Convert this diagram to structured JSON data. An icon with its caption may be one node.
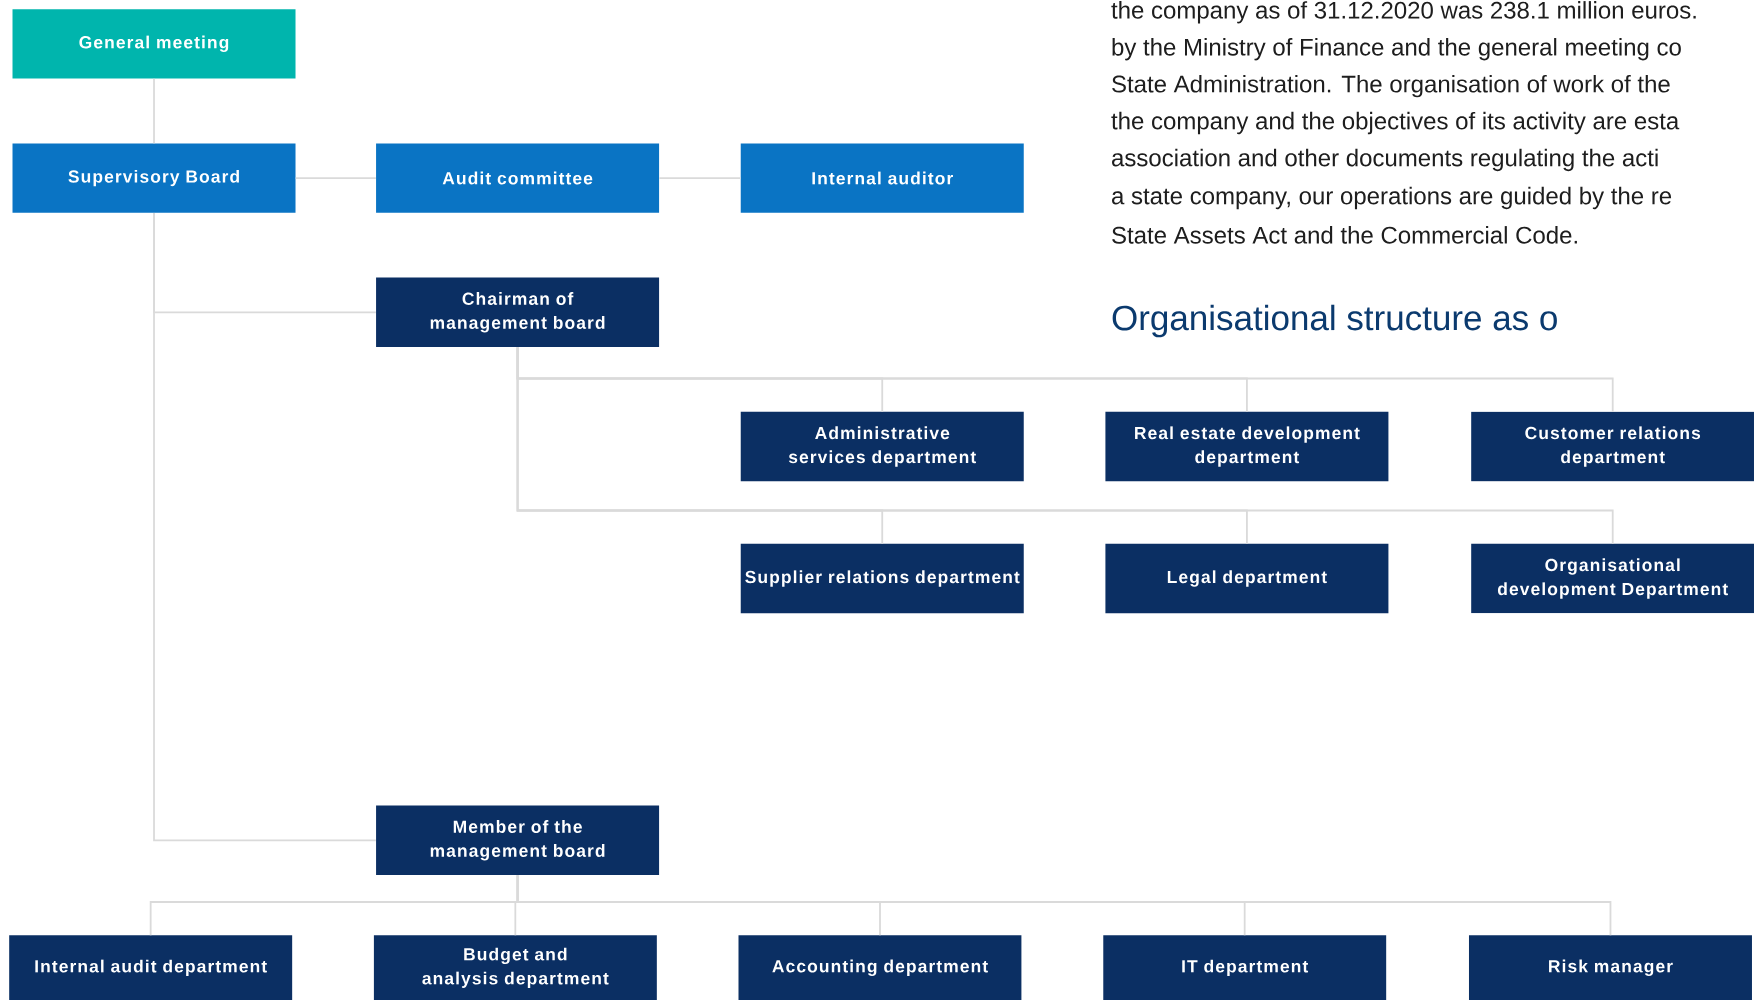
{
  "diagram": {
    "title": "Organisational structure as o",
    "nodes": [
      {
        "text": [
          "General meeting"
        ]
      },
      {
        "text": [
          "Supervisory Board"
        ]
      },
      {
        "text": [
          "Audit committee"
        ]
      },
      {
        "text": [
          "Internal auditor"
        ]
      },
      {
        "text": [
          "Chairman of management board"
        ]
      },
      {
        "text": [
          "Administrative services department"
        ]
      },
      {
        "text": [
          "Real estate development department"
        ]
      },
      {
        "text": [
          "Customer relations department"
        ]
      },
      {
        "text": [
          "Supplier relations department"
        ]
      },
      {
        "text": [
          "Legal department"
        ]
      },
      {
        "text": [
          "Organisational development Department"
        ]
      },
      {
        "text": [
          "Member of the management board"
        ]
      },
      {
        "text": [
          "Internal audit department"
        ]
      },
      {
        "text": [
          "Budget and analysis department"
        ]
      },
      {
        "text": [
          "Accounting department"
        ]
      },
      {
        "text": [
          "IT department"
        ]
      },
      {
        "text": [
          "Risk manager"
        ]
      }
    ],
    "edges": [
      {
        "from": 0,
        "to": 1,
        "arrow": "none"
      },
      {
        "from": 1,
        "to": 2,
        "arrow": "none"
      },
      {
        "from": 2,
        "to": 3,
        "arrow": "none"
      },
      {
        "from": 1,
        "to": 4,
        "arrow": "none"
      },
      {
        "from": 1,
        "to": 11,
        "arrow": "none"
      },
      {
        "from": 4,
        "to": 5,
        "arrow": "none"
      },
      {
        "from": 4,
        "to": 6,
        "arrow": "none"
      },
      {
        "from": 4,
        "to": 7,
        "arrow": "none"
      },
      {
        "from": 4,
        "to": 8,
        "arrow": "none"
      },
      {
        "from": 4,
        "to": 9,
        "arrow": "none"
      },
      {
        "from": 4,
        "to": 10,
        "arrow": "none"
      },
      {
        "from": 11,
        "to": 12,
        "arrow": "none"
      },
      {
        "from": 11,
        "to": 13,
        "arrow": "none"
      },
      {
        "from": 11,
        "to": 14,
        "arrow": "none"
      },
      {
        "from": 11,
        "to": 15,
        "arrow": "none"
      },
      {
        "from": 11,
        "to": 16,
        "arrow": "none"
      }
    ],
    "labels": [
      "the company as of 31.12.2020 was 238.1 million euros.",
      "by the Ministry of Finance and the general meeting co",
      "State Administration. The organisation of work of the",
      "the company and the objectives of its activity are esta",
      "association and other documents regulating the acti",
      "a state company, our operations are guided by the re",
      "State Assets Act and the Commercial Code."
    ]
  }
}
